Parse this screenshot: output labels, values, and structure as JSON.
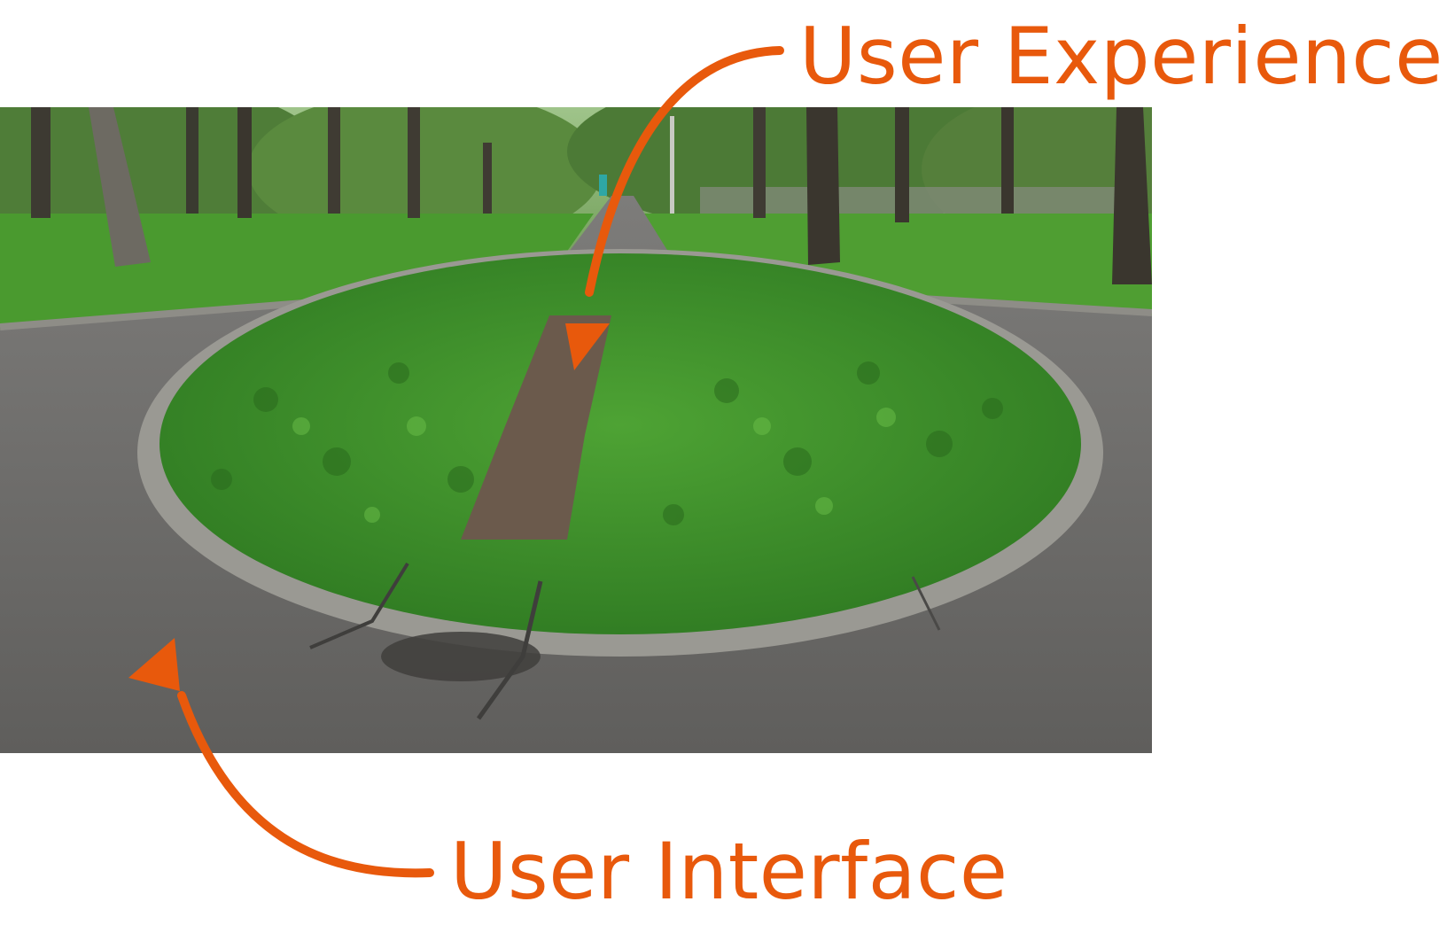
{
  "annotations": {
    "top": "User Experience",
    "bottom": "User Interface"
  },
  "photo": {
    "subject": "roundabout-flowerbed-with-worn-dirt-path"
  },
  "colors": {
    "accent": "#e8590c",
    "background": "#ffffff",
    "grass": "#3f8f2b",
    "asphalt": "#6f6e6c",
    "dirt_path": "#6b5a4c"
  },
  "icons": {
    "arrow_top": "curved-arrow-down-icon",
    "arrow_bottom": "curved-arrow-up-icon"
  }
}
